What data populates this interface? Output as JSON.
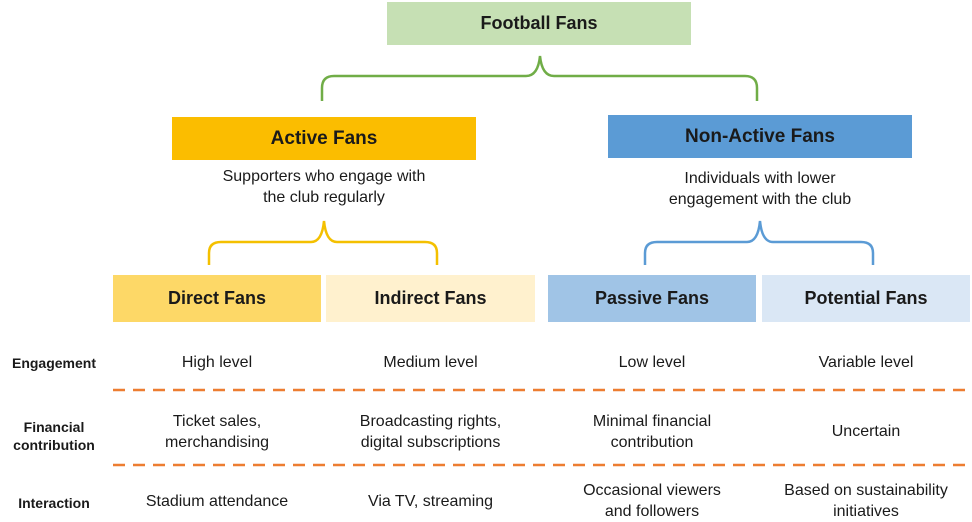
{
  "root": {
    "label": "Football Fans"
  },
  "branches": [
    {
      "label": "Active Fans",
      "description": [
        "Supporters who engage with",
        "the club regularly"
      ],
      "color": "#fbbd00"
    },
    {
      "label": "Non-Active Fans",
      "description": [
        "Individuals with lower",
        "engagement with the club"
      ],
      "color": "#5b9bd5"
    }
  ],
  "leaves": [
    {
      "label": "Direct Fans",
      "color": "#fdd867"
    },
    {
      "label": "Indirect Fans",
      "color": "#fff1ce"
    },
    {
      "label": "Passive Fans",
      "color": "#a0c4e6"
    },
    {
      "label": "Potential Fans",
      "color": "#dae7f5"
    }
  ],
  "rows": [
    {
      "label": [
        "Engagement"
      ],
      "cells": [
        [
          "High level"
        ],
        [
          "Medium level"
        ],
        [
          "Low level"
        ],
        [
          "Variable level"
        ]
      ]
    },
    {
      "label": [
        "Financial",
        "contribution"
      ],
      "cells": [
        [
          "Ticket sales,",
          "merchandising"
        ],
        [
          "Broadcasting rights,",
          "digital subscriptions"
        ],
        [
          "Minimal financial",
          "contribution"
        ],
        [
          "Uncertain"
        ]
      ]
    },
    {
      "label": [
        "Interaction"
      ],
      "cells": [
        [
          "Stadium attendance"
        ],
        [
          "Via TV, streaming"
        ],
        [
          "Occasional viewers",
          "and followers"
        ],
        [
          "Based on sustainability",
          "initiatives"
        ]
      ]
    }
  ],
  "colors": {
    "root_brace": "#70ad47",
    "active_brace": "#f4c000",
    "nonactive_brace": "#5b9bd5",
    "divider": "#ed7d31"
  }
}
